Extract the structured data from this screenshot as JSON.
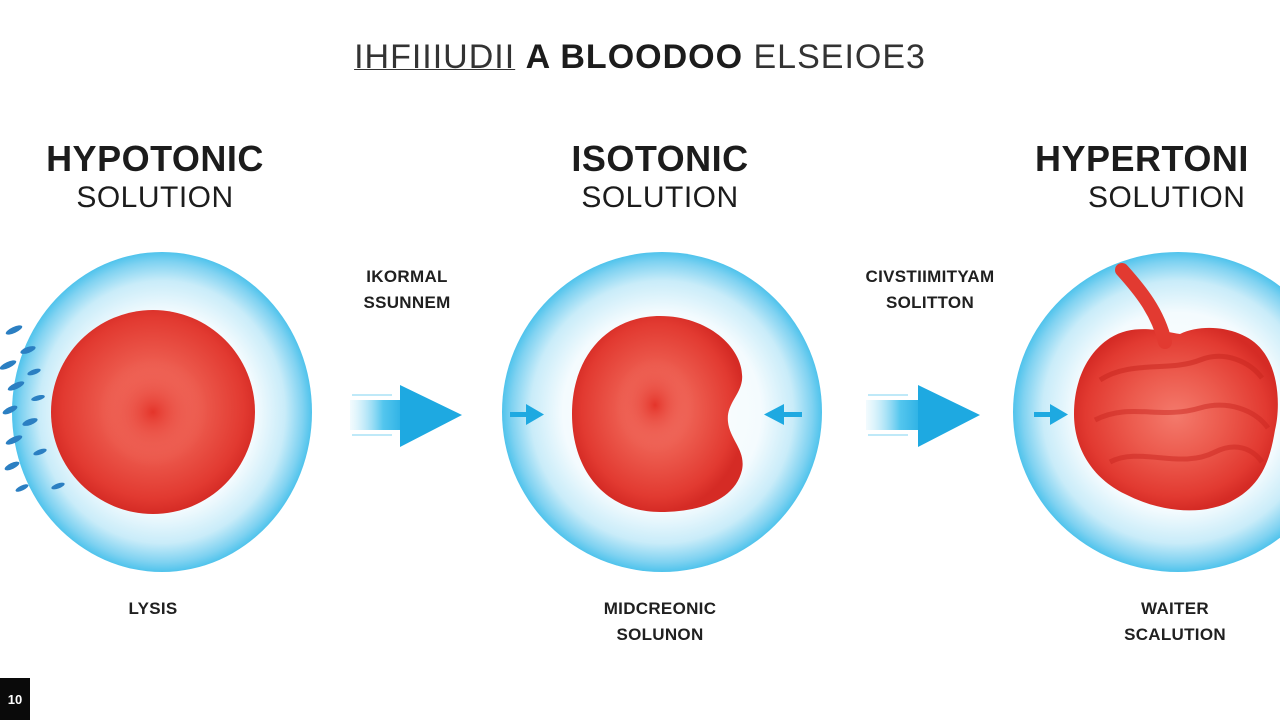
{
  "title": {
    "prefix": "IHFIIIUDII",
    "main": "A BLOODOO",
    "suffix": "ELSEIOE3"
  },
  "panels": [
    {
      "heading": "HYPOTONIC",
      "subheading": "SOLUTION",
      "bottom_label": [
        "LYSIS"
      ]
    },
    {
      "heading": "ISOTONIC",
      "subheading": "SOLUTION",
      "bottom_label": [
        "MIDCREONIC",
        "SOLUNON"
      ]
    },
    {
      "heading": "HYPERTONI",
      "subheading": "SOLUTION",
      "bottom_label": [
        "WAITER",
        "SCALUTION"
      ]
    }
  ],
  "arrow_labels": [
    [
      "IKORMAL",
      "SSUNNEM"
    ],
    [
      "CIVSTIIMITYAM",
      "SOLITTON"
    ]
  ],
  "corner_badge": "10",
  "colors": {
    "cell_red": "#e8453c",
    "halo_blue": "#4fc3ec",
    "arrow_blue": "#2fb4e6",
    "water_drop": "#2b7fc2"
  }
}
